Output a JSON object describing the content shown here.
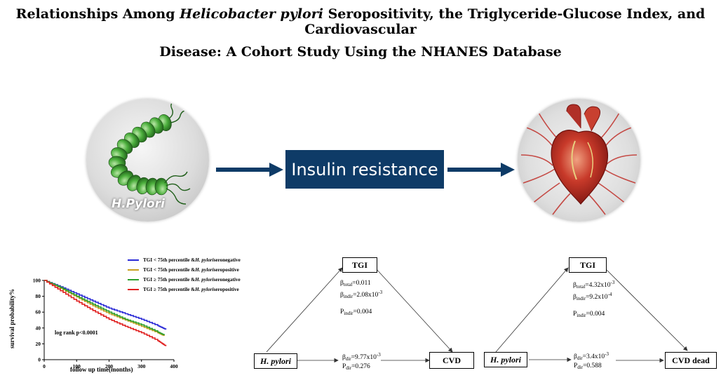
{
  "title": {
    "line1_pre": "Relationships Among ",
    "line1_italic": "Helicobacter pylori",
    "line1_post": " Seropositivity,  the Triglyceride-Glucose Index, and Cardiovascular",
    "line2": "Disease: A Cohort Study Using the NHANES Database"
  },
  "pathway": {
    "left_label": "H.Pylori",
    "middle_label": "Insulin resistance",
    "colors": {
      "box": "#0e3b67",
      "arrow": "#0e3b67"
    }
  },
  "km_plot": {
    "ylabel": "survival probability%",
    "xlabel": "follow up time(months)",
    "annotation": "log rank p<0.0001",
    "legend": [
      {
        "pre": "TGI < 75th percentile & ",
        "ital": "H. pylori",
        "post": " seronegative",
        "color": "#2b2bd6"
      },
      {
        "pre": "TGI < 75th percentile & ",
        "ital": "H. pylori",
        "post": " seropositive",
        "color": "#c8a020"
      },
      {
        "pre": "TGI ≥ 75th percentile & ",
        "ital": "H. pylori",
        "post": " seronegative",
        "color": "#2ea02e"
      },
      {
        "pre": "TGI ≥ 75th percentile & ",
        "ital": "H. pylori",
        "post": " seropositive",
        "color": "#e02020"
      }
    ]
  },
  "chart_data": {
    "type": "line",
    "title": "",
    "xlabel": "follow up time(months)",
    "ylabel": "survival probability%",
    "xlim": [
      0,
      400
    ],
    "ylim": [
      0,
      100
    ],
    "xticks": [
      0,
      100,
      200,
      300,
      400
    ],
    "yticks": [
      0,
      20,
      40,
      60,
      80,
      100
    ],
    "grid": false,
    "legend_position": "top-right",
    "series": [
      {
        "name": "TGI < 75th percentile & H. pylori seronegative",
        "color": "#2b2bd6",
        "x": [
          0,
          50,
          100,
          150,
          200,
          250,
          300,
          350,
          375
        ],
        "y": [
          100,
          92,
          83,
          74,
          65,
          58,
          51,
          43,
          38
        ]
      },
      {
        "name": "TGI < 75th percentile & H. pylori seropositive",
        "color": "#c8a020",
        "x": [
          0,
          50,
          100,
          150,
          200,
          250,
          300,
          350,
          370
        ],
        "y": [
          100,
          90,
          79,
          68,
          58,
          50,
          42,
          34,
          30
        ]
      },
      {
        "name": "TGI ≥ 75th percentile & H. pylori seronegative",
        "color": "#2ea02e",
        "x": [
          0,
          50,
          100,
          150,
          200,
          250,
          300,
          350,
          370
        ],
        "y": [
          100,
          91,
          80,
          70,
          60,
          51,
          44,
          35,
          31
        ]
      },
      {
        "name": "TGI ≥ 75th percentile & H. pylori seropositive",
        "color": "#e02020",
        "x": [
          0,
          50,
          100,
          150,
          200,
          250,
          300,
          350,
          375
        ],
        "y": [
          100,
          87,
          74,
          62,
          51,
          42,
          34,
          24,
          17
        ]
      }
    ]
  },
  "mediation1": {
    "mediator": "TGI",
    "exposure": "H. pylori",
    "outcome": "CVD",
    "beta": "β",
    "total_sub": "total",
    "total_val": "=0.011",
    "indir_sub": "indir",
    "indir_val": "=2.08x10",
    "indir_exp": "-3",
    "p": "P",
    "p_indir_sub": "indir",
    "p_indir_val": "=0.004",
    "dir_sub": "dir",
    "dir_val": "=9.77x10",
    "dir_exp": "-3",
    "p_dir_sub": "dir",
    "p_dir_val": "=0.276"
  },
  "mediation2": {
    "mediator": "TGI",
    "exposure": "H. pylori",
    "outcome": "CVD dead",
    "beta": "β",
    "total_sub": "total",
    "total_val": "=4.32x10",
    "total_exp": "-3",
    "indir_sub": "indir",
    "indir_val": "=9.2x10",
    "indir_exp": "-4",
    "p": "P",
    "p_indir_sub": "indir",
    "p_indir_val": "=0.004",
    "dir_sub": "dir",
    "dir_val": "=3.4x10",
    "dir_exp": "-3",
    "p_dir_sub": "dir",
    "p_dir_val": "=0.588"
  }
}
